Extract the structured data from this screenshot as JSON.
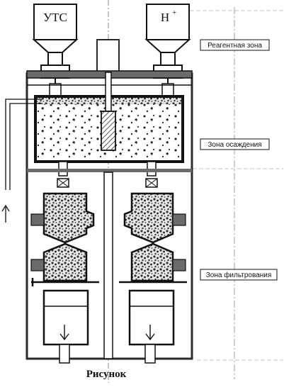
{
  "hoppers": {
    "left_label": "УТС",
    "right_label_base": "H",
    "right_label_sup": "+"
  },
  "zones": {
    "reagent": "Реагентная зона",
    "sedimentation": "Зона осаждения",
    "filtration": "Зона фильтрования"
  },
  "caption": "Рисунок",
  "colors": {
    "ink": "#111111",
    "wall": "#2b2b2b",
    "light_fill": "#d9d9d9",
    "media": "#3a3a3a"
  }
}
